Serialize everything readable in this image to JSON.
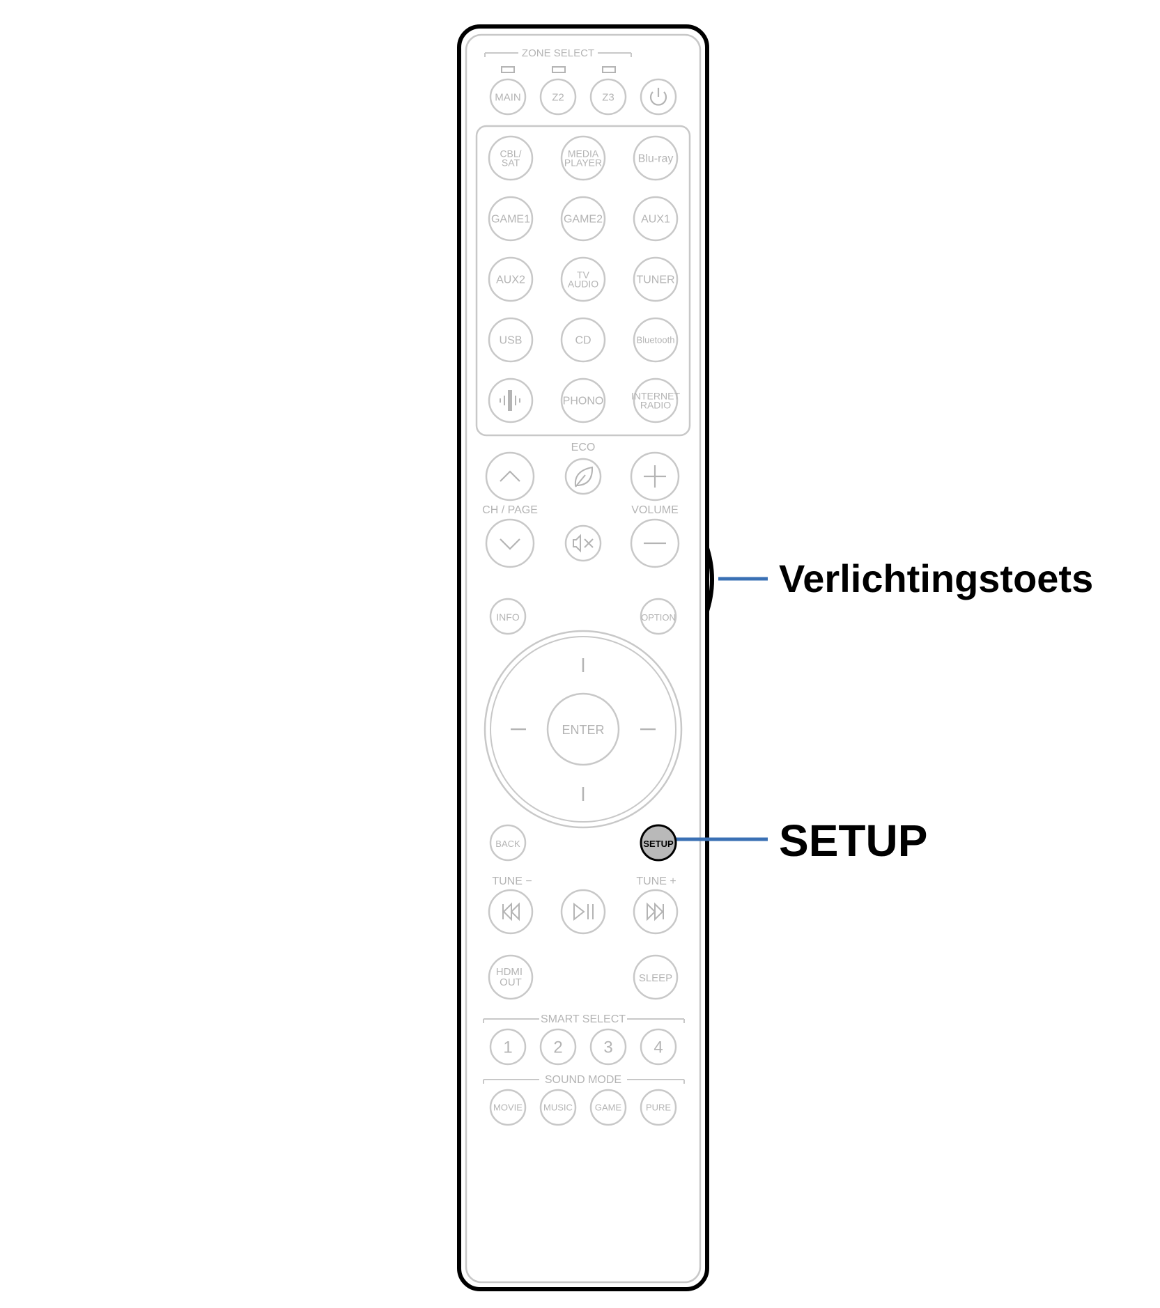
{
  "colors": {
    "outline": "#000000",
    "button_stroke": "#c8c8c8",
    "button_text": "#b4b4b4",
    "callout_line": "#3a70b4",
    "setup_fill": "#b9b9b9"
  },
  "zone_select": {
    "title": "ZONE SELECT",
    "buttons": [
      "MAIN",
      "Z2",
      "Z3"
    ],
    "power_icon": "power-icon"
  },
  "source_buttons": [
    [
      "CBL/\nSAT",
      "MEDIA\nPLAYER",
      "Blu-ray"
    ],
    [
      "GAME1",
      "GAME2",
      "AUX1"
    ],
    [
      "AUX2",
      "TV\nAUDIO",
      "TUNER"
    ],
    [
      "USB",
      "CD",
      "Bluetooth"
    ],
    [
      "",
      "PHONO",
      "INTERNET\nRADIO"
    ]
  ],
  "heos_icon": "heos-icon",
  "eco_label": "ECO",
  "ch_page_label": "CH / PAGE",
  "volume_label": "VOLUME",
  "info_label": "INFO",
  "option_label": "OPTION",
  "enter_label": "ENTER",
  "back_label": "BACK",
  "setup_label": "SETUP",
  "tune_minus_label": "TUNE −",
  "tune_plus_label": "TUNE +",
  "hdmi_out_label": "HDMI\nOUT",
  "sleep_label": "SLEEP",
  "smart_select": {
    "title": "SMART SELECT",
    "buttons": [
      "1",
      "2",
      "3",
      "4"
    ]
  },
  "sound_mode": {
    "title": "SOUND MODE",
    "buttons": [
      "MOVIE",
      "MUSIC",
      "GAME",
      "PURE"
    ]
  },
  "callouts": {
    "backlight": "Verlichtingstoets",
    "setup": "SETUP"
  }
}
